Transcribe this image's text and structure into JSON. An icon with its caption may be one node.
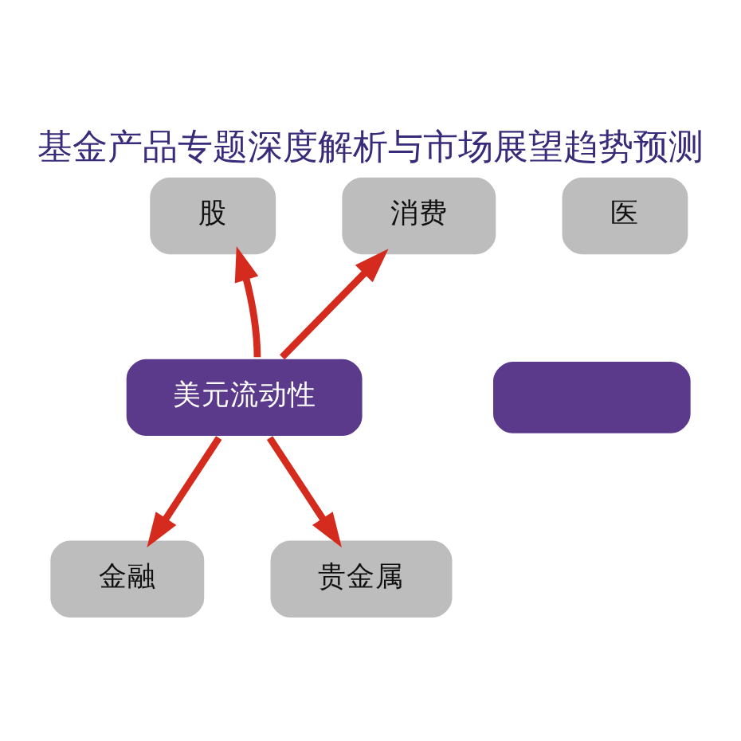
{
  "diagram": {
    "title": "基金产品专题深度解析与市场展望趋势预测",
    "nodes": [
      {
        "text": [
          "股"
        ]
      },
      {
        "text": [
          "消费"
        ]
      },
      {
        "text": [
          "医"
        ]
      },
      {
        "text": [
          "美元流动性"
        ]
      },
      {
        "text": [],
        "shape": "box"
      },
      {
        "text": [
          "金融"
        ]
      },
      {
        "text": [
          "贵金属"
        ]
      }
    ],
    "edges": [
      {
        "from": 3,
        "to": 0,
        "arrow": "to"
      },
      {
        "from": 3,
        "to": 1,
        "arrow": "to"
      },
      {
        "from": 3,
        "to": 5,
        "arrow": "to"
      },
      {
        "from": 3,
        "to": 6,
        "arrow": "to"
      }
    ]
  }
}
